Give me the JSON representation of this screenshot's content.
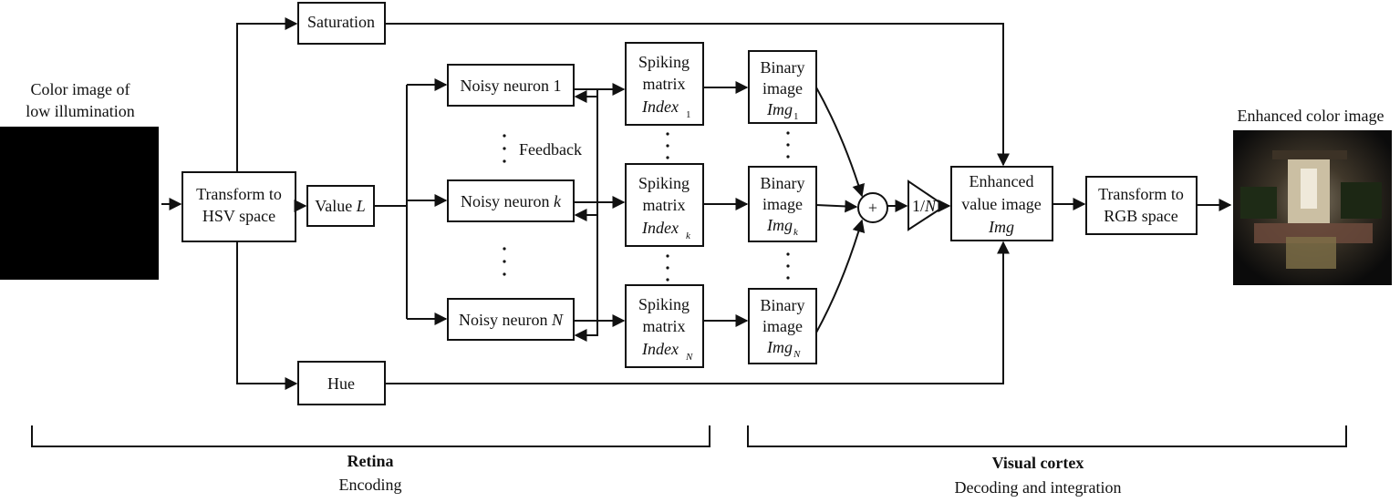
{
  "input": {
    "caption_line1": "Color image of",
    "caption_line2": "low illumination"
  },
  "output": {
    "caption": "Enhanced color image"
  },
  "boxes": {
    "saturation": "Saturation",
    "hue": "Hue",
    "transform_hsv_line1": "Transform to",
    "transform_hsv_line2": "HSV space",
    "value_prefix": "Value ",
    "value_var": "L",
    "feedback": "Feedback",
    "neuron_1_prefix": "Noisy neuron ",
    "neuron_1_var": "1",
    "neuron_k_prefix": "Noisy neuron ",
    "neuron_k_var": "k",
    "neuron_n_prefix": "Noisy neuron ",
    "neuron_n_var": "N",
    "spiking_line1": "Spiking",
    "spiking_line2": "matrix",
    "spiking_index": "Index",
    "spiking_sub_1": "1",
    "spiking_sub_k": "k",
    "spiking_sub_n": "N",
    "binary_line1": "Binary",
    "binary_line2": "image",
    "binary_img": "Img",
    "binary_sub_1": "1",
    "binary_sub_k": "k",
    "binary_sub_n": "N",
    "sum_symbol": "+",
    "gain_prefix": "1/",
    "gain_var": "N",
    "enhanced_line1": "Enhanced",
    "enhanced_line2": "value image",
    "enhanced_line3": "Img",
    "transform_rgb_line1": "Transform to",
    "transform_rgb_line2": "RGB space"
  },
  "brackets": {
    "retina_title": "Retina",
    "retina_sub": "Encoding",
    "cortex_title": "Visual cortex",
    "cortex_sub": "Decoding and integration"
  }
}
